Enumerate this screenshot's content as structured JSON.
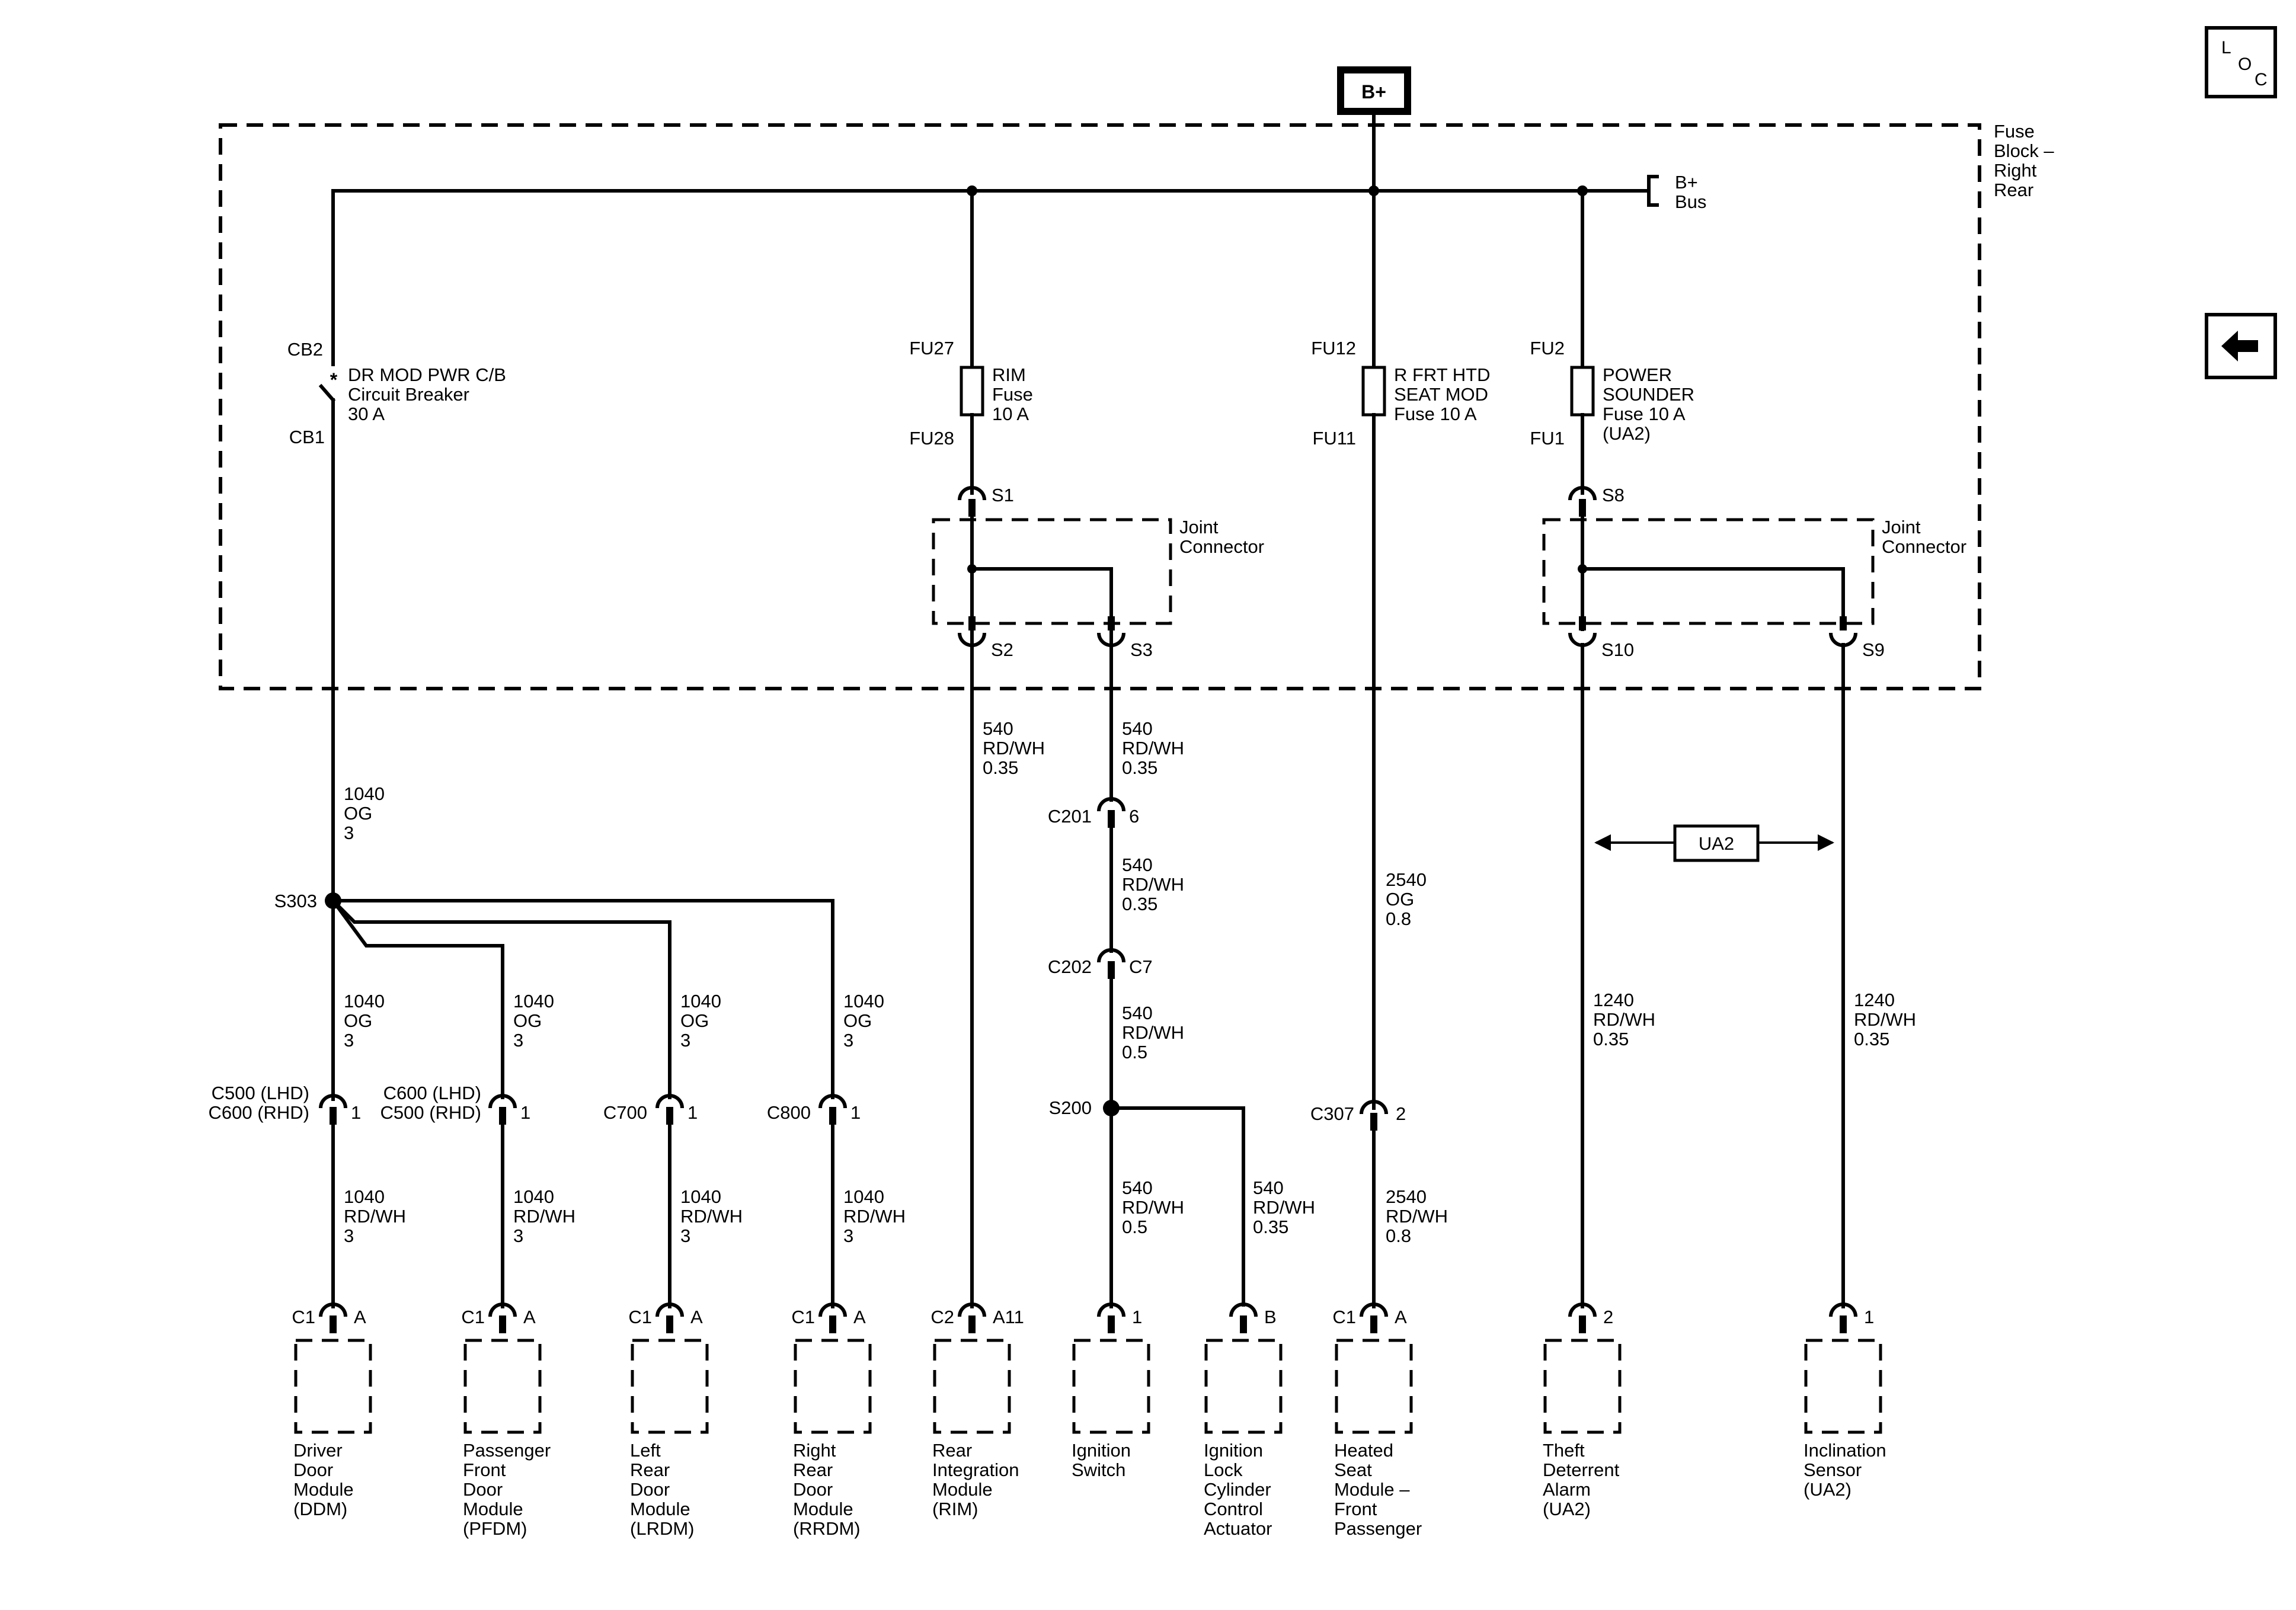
{
  "supply": {
    "label": "B+"
  },
  "fuse_block": {
    "label_lines": [
      "Fuse",
      "Block –",
      "Right",
      "Rear"
    ]
  },
  "bus": {
    "label_lines": [
      "B+",
      "Bus"
    ]
  },
  "nav": {
    "loc_letters": [
      "L",
      "O",
      "C"
    ],
    "back_icon": "back-arrow-icon"
  },
  "circuit_breaker": {
    "top_terminal": "CB2",
    "bottom_terminal": "CB1",
    "name_lines": [
      "DR MOD PWR C/B",
      "Circuit Breaker",
      "30 A"
    ]
  },
  "fuses": [
    {
      "top_terminal": "FU27",
      "bottom_terminal": "FU28",
      "name_lines": [
        "RIM",
        "Fuse",
        "10 A"
      ]
    },
    {
      "top_terminal": "FU12",
      "bottom_terminal": "FU11",
      "name_lines": [
        "R FRT HTD",
        "SEAT MOD",
        "Fuse 10 A"
      ]
    },
    {
      "top_terminal": "FU2",
      "bottom_terminal": "FU1",
      "name_lines": [
        "POWER",
        "SOUNDER",
        "Fuse 10 A",
        "(UA2)"
      ]
    }
  ],
  "joint_connectors": [
    {
      "label_lines": [
        "Joint",
        "Connector"
      ],
      "in_pin": "S1",
      "out_pins": [
        "S2",
        "S3"
      ]
    },
    {
      "label_lines": [
        "Joint",
        "Connector"
      ],
      "in_pin": "S8",
      "out_pins": [
        "S10",
        "S9"
      ]
    }
  ],
  "wires": {
    "cb_out": [
      "1040",
      "OG",
      "3"
    ],
    "branch_og": [
      "1040",
      "OG",
      "3"
    ],
    "branch_rdwh": [
      "1040",
      "RD/WH",
      "3"
    ],
    "rim": [
      "540",
      "RD/WH",
      "0.35"
    ],
    "s3_out": [
      "540",
      "RD/WH",
      "0.35"
    ],
    "c201_c202": [
      "540",
      "RD/WH",
      "0.35"
    ],
    "c202_s200": [
      "540",
      "RD/WH",
      "0.5"
    ],
    "ignition_switch": [
      "540",
      "RD/WH",
      "0.5"
    ],
    "lock_actuator": [
      "540",
      "RD/WH",
      "0.35"
    ],
    "seat_upper": [
      "2540",
      "OG",
      "0.8"
    ],
    "seat_lower": [
      "2540",
      "RD/WH",
      "0.8"
    ],
    "theft": [
      "1240",
      "RD/WH",
      "0.35"
    ],
    "inclination": [
      "1240",
      "RD/WH",
      "0.35"
    ]
  },
  "splices": {
    "s303": "S303",
    "s200": "S200"
  },
  "option": {
    "label": "UA2"
  },
  "inline_connectors": {
    "c500_lines": [
      "C500 (LHD)",
      "C600 (RHD)"
    ],
    "c600_lines": [
      "C600 (LHD)",
      "C500 (RHD)"
    ],
    "c700": "C700",
    "c800": "C800",
    "c201": "C201",
    "c202": "C202",
    "c307": "C307",
    "pin_1": "1",
    "pin_2": "2",
    "pin_6": "6",
    "pin_c7": "C7"
  },
  "modules": [
    {
      "connector": "C1",
      "pin": "A",
      "name_lines": [
        "Driver",
        "Door",
        "Module",
        "(DDM)"
      ]
    },
    {
      "connector": "C1",
      "pin": "A",
      "name_lines": [
        "Passenger",
        "Front",
        "Door",
        "Module",
        "(PFDM)"
      ]
    },
    {
      "connector": "C1",
      "pin": "A",
      "name_lines": [
        "Left",
        "Rear",
        "Door",
        "Module",
        "(LRDM)"
      ]
    },
    {
      "connector": "C1",
      "pin": "A",
      "name_lines": [
        "Right",
        "Rear",
        "Door",
        "Module",
        "(RRDM)"
      ]
    },
    {
      "connector": "C2",
      "pin": "A11",
      "name_lines": [
        "Rear",
        "Integration",
        "Module",
        "(RIM)"
      ]
    },
    {
      "connector": "",
      "pin": "1",
      "name_lines": [
        "Ignition",
        "Switch"
      ]
    },
    {
      "connector": "",
      "pin": "B",
      "name_lines": [
        "Ignition",
        "Lock",
        "Cylinder",
        "Control",
        "Actuator"
      ]
    },
    {
      "connector": "C1",
      "pin": "A",
      "name_lines": [
        "Heated",
        "Seat",
        "Module –",
        "Front",
        "Passenger"
      ]
    },
    {
      "connector": "",
      "pin": "2",
      "name_lines": [
        "Theft",
        "Deterrent",
        "Alarm",
        "(UA2)"
      ]
    },
    {
      "connector": "",
      "pin": "1",
      "name_lines": [
        "Inclination",
        "Sensor",
        "(UA2)"
      ]
    }
  ]
}
